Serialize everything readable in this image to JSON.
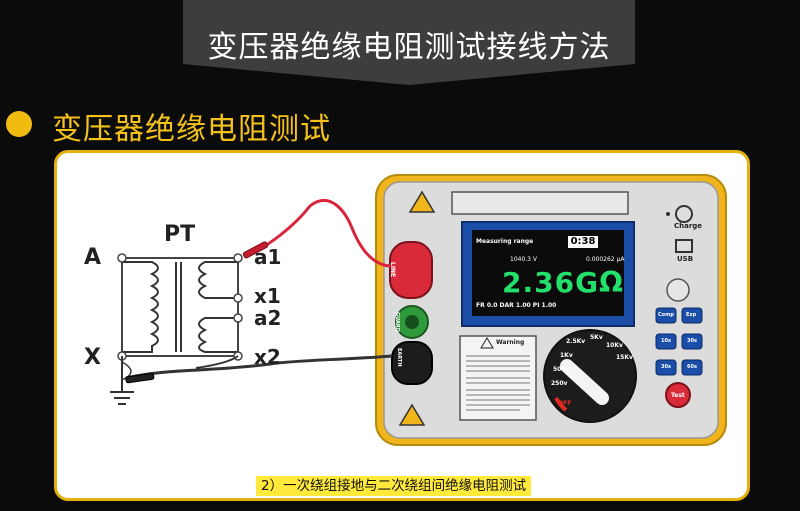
{
  "banner": {
    "title": "变压器绝缘电阻测试接线方法"
  },
  "section": {
    "title": "变压器绝缘电阻测试"
  },
  "transformer": {
    "name": "PT",
    "primary_labels": [
      "A",
      "X"
    ],
    "secondary_labels": [
      "a1",
      "x1",
      "a2",
      "x2"
    ]
  },
  "meter": {
    "terminals": [
      "LINE",
      "GUARD",
      "EARTH"
    ],
    "ports": {
      "charge": "Charge",
      "usb": "USB"
    },
    "display": {
      "measuring_label": "Measuring range",
      "timer": "0:38",
      "voltage": "1040.3",
      "voltage_unit": "V",
      "current": "0.000262",
      "current_unit": "μA",
      "reading": "2.36GΩ",
      "fr_label": "FR",
      "fr_value": "0.0",
      "dar_label": "DAR",
      "dar_value": "1.00",
      "pi_label": "PI",
      "pi_value": "1.00"
    },
    "warning_title": "Warning",
    "dial_labels": [
      "2.5Kv",
      "5Kv",
      "10Kv",
      "15Kv",
      "1Kv",
      "500v",
      "250v",
      "OFF"
    ],
    "buttons": [
      "Comp",
      "Exp",
      "10s",
      "30s",
      "30s",
      "60s"
    ],
    "test_button": "Test"
  },
  "caption": "2）一次绕组接地与二次绕组间绝缘电阻测试",
  "colors": {
    "accent": "#f2bb10",
    "meter_body": "#f0b51a",
    "line_lead": "#d9243b",
    "earth_lead": "#333333",
    "screen_green": "#22e06a"
  }
}
